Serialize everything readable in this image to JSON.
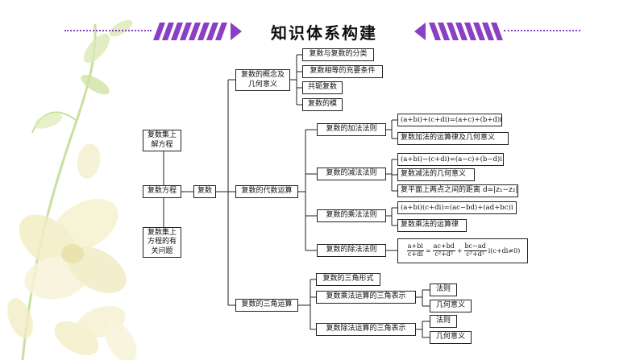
{
  "colors": {
    "accent": "#8a3fc4",
    "accent_dark": "#5b2a86",
    "petal": "#f4efc8",
    "leaf": "#b9d88a",
    "line": "#222222"
  },
  "header": {
    "title": "知识体系构建"
  },
  "nodes": {
    "set_solve_equation": "复数集上解方程",
    "complex_equation": "复数方程",
    "set_equation_problems": "复数集上方程的有关问题",
    "complex": "复数",
    "concept": "复数的概念及几何意义",
    "concept_items": [
      "复数与复数的分类",
      "复数相等的充要条件",
      "共轭复数",
      "复数的模"
    ],
    "algebra": "复数的代数运算",
    "add_rule": "复数的加法法则",
    "add_formula": "(a+bi)+(c+di)=(a+c)+(b+d)i",
    "add_law": "复数加法的运算律及几何意义",
    "sub_rule": "复数的减法法则",
    "sub_formula": "(a+bi)−(c+di)=(a−c)+(b−d)i",
    "sub_geo": "复数减法的几何意义",
    "sub_distance_text": "复平面上两点之间的距离 d=|z₁−z₂|",
    "mul_rule": "复数的乘法法则",
    "mul_formula": "(a+bi)(c+di)=(ac−bd)+(ad+bc)i",
    "mul_law": "复数乘法的运算律",
    "div_rule": "复数的除法法则",
    "div_formula": {
      "lhs_num": "a+bi",
      "lhs_den": "c+di",
      "eq": "=",
      "t1_num": "ac+bd",
      "t1_den": "c²+d²",
      "plus": "+",
      "t2_num": "bc−ad",
      "t2_den": "c²+d²",
      "tail": "i(c+di≠0)"
    },
    "trig": "复数的三角运算",
    "trig_form": "复数的三角形式",
    "trig_mul": "复数乘法运算的三角表示",
    "trig_div": "复数除法运算的三角表示",
    "rule": "法则",
    "geo_meaning": "几何意义"
  }
}
